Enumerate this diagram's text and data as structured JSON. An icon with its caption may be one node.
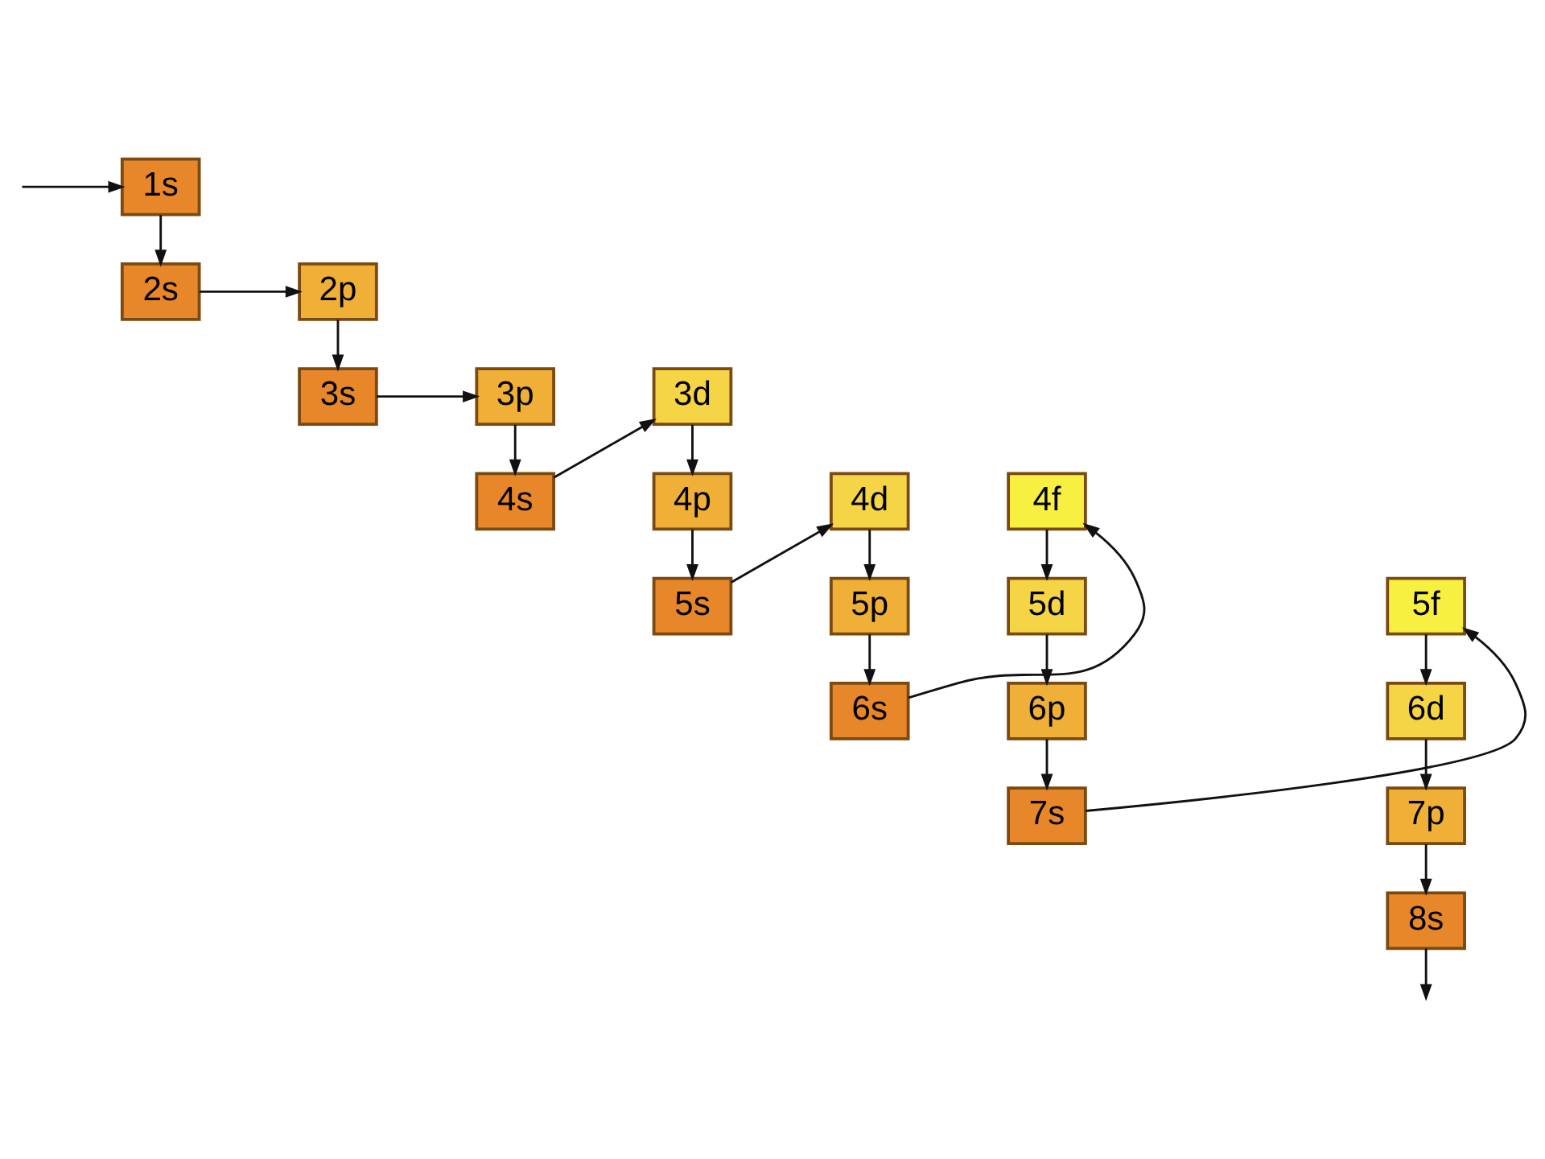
{
  "diagram": {
    "nodes": [
      {
        "text": [
          "1s"
        ]
      },
      {
        "text": [
          "2s"
        ]
      },
      {
        "text": [
          "2p"
        ]
      },
      {
        "text": [
          "3s"
        ]
      },
      {
        "text": [
          "3p"
        ]
      },
      {
        "text": [
          "3d"
        ]
      },
      {
        "text": [
          "4s"
        ]
      },
      {
        "text": [
          "4p"
        ]
      },
      {
        "text": [
          "4d"
        ]
      },
      {
        "text": [
          "4f"
        ]
      },
      {
        "text": [
          "5s"
        ]
      },
      {
        "text": [
          "5p"
        ]
      },
      {
        "text": [
          "5d"
        ]
      },
      {
        "text": [
          "5f"
        ]
      },
      {
        "text": [
          "6s"
        ]
      },
      {
        "text": [
          "6p"
        ]
      },
      {
        "text": [
          "6d"
        ]
      },
      {
        "text": [
          "7s"
        ]
      },
      {
        "text": [
          "7p"
        ]
      },
      {
        "text": [
          "8s"
        ]
      }
    ],
    "edges": [
      {
        "from": null,
        "to": 0,
        "arrow": "to"
      },
      {
        "from": 0,
        "to": 1,
        "arrow": "to"
      },
      {
        "from": 1,
        "to": 2,
        "arrow": "to"
      },
      {
        "from": 2,
        "to": 3,
        "arrow": "to"
      },
      {
        "from": 3,
        "to": 4,
        "arrow": "to"
      },
      {
        "from": 4,
        "to": 6,
        "arrow": "to"
      },
      {
        "from": 6,
        "to": 5,
        "arrow": "to"
      },
      {
        "from": 5,
        "to": 7,
        "arrow": "to"
      },
      {
        "from": 7,
        "to": 10,
        "arrow": "to"
      },
      {
        "from": 10,
        "to": 8,
        "arrow": "to"
      },
      {
        "from": 8,
        "to": 11,
        "arrow": "to"
      },
      {
        "from": 11,
        "to": 14,
        "arrow": "to"
      },
      {
        "from": 14,
        "to": 9,
        "arrow": "to"
      },
      {
        "from": 9,
        "to": 12,
        "arrow": "to"
      },
      {
        "from": 12,
        "to": 15,
        "arrow": "to"
      },
      {
        "from": 15,
        "to": 17,
        "arrow": "to"
      },
      {
        "from": 17,
        "to": 13,
        "arrow": "to"
      },
      {
        "from": 13,
        "to": 16,
        "arrow": "to"
      },
      {
        "from": 16,
        "to": 18,
        "arrow": "to"
      },
      {
        "from": 18,
        "to": 19,
        "arrow": "to"
      },
      {
        "from": 19,
        "to": null,
        "arrow": "to"
      }
    ]
  }
}
